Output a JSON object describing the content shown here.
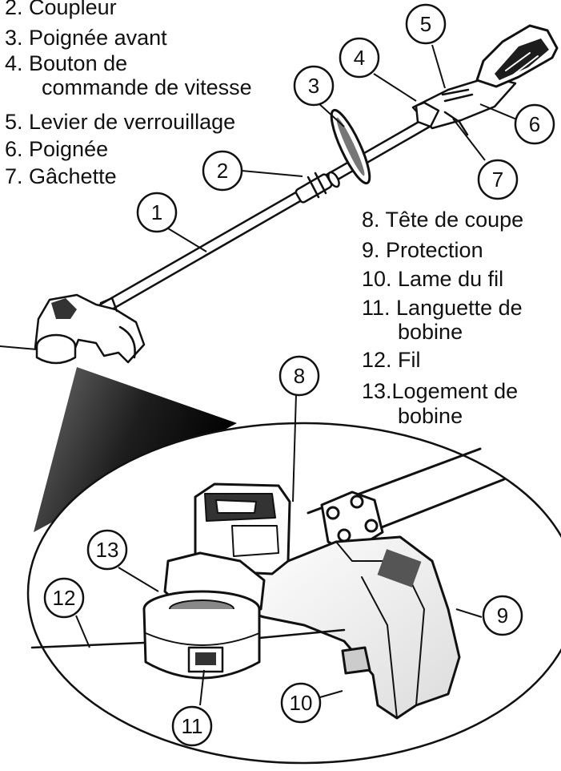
{
  "labels_top": [
    {
      "id": "l2",
      "text": "2. Coupleur"
    },
    {
      "id": "l3",
      "text": "3. Poignée avant"
    },
    {
      "id": "l4a",
      "text": "4. Bouton de"
    },
    {
      "id": "l4b",
      "text": "commande de vitesse"
    },
    {
      "id": "l5",
      "text": "5. Levier de verrouillage"
    },
    {
      "id": "l6",
      "text": "6. Poignée"
    },
    {
      "id": "l7",
      "text": "7. Gâchette"
    }
  ],
  "labels_right": [
    {
      "id": "l8",
      "text": "8. Tête de coupe"
    },
    {
      "id": "l9",
      "text": "9. Protection"
    },
    {
      "id": "l10",
      "text": "10. Lame du fil"
    },
    {
      "id": "l11a",
      "text": "11. Languette de"
    },
    {
      "id": "l11b",
      "text": "bobine"
    },
    {
      "id": "l12",
      "text": "12. Fil"
    },
    {
      "id": "l13a",
      "text": "13.Logement de"
    },
    {
      "id": "l13b",
      "text": "bobine"
    }
  ],
  "callouts": [
    "1",
    "2",
    "3",
    "4",
    "5",
    "6",
    "7",
    "8",
    "9",
    "10",
    "11",
    "12",
    "13"
  ],
  "colors": {
    "ink": "#111111",
    "paper": "#ffffff",
    "gray": "#8a8a8a",
    "dark": "#2b2b2b"
  }
}
